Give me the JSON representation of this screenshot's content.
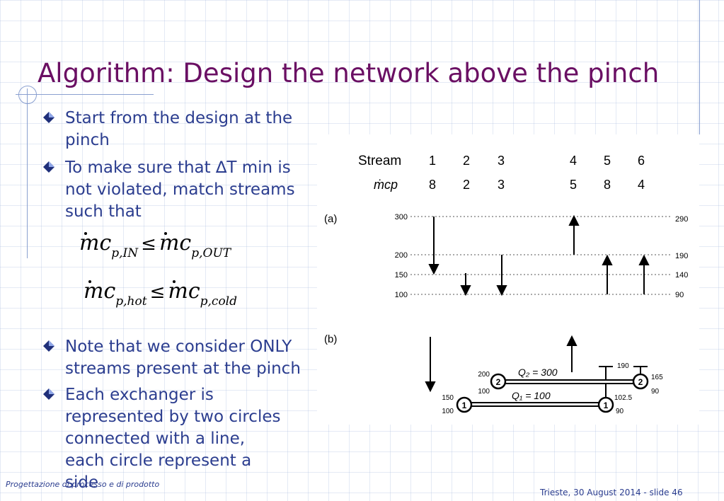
{
  "title": "Algorithm: Design the network above the pinch",
  "bullets": [
    {
      "text": "Start from the design at the pinch"
    },
    {
      "text": "To make sure that ∆T min is not violated, match streams such that"
    },
    {
      "text": "Note that we consider ONLY streams present at the pinch"
    },
    {
      "text": "Each exchanger is represented by two circles connected with a line, each circle represent a side"
    }
  ],
  "equations": {
    "eq1": {
      "left_sub": "p,IN",
      "op": "≤",
      "right_sub": "p,OUT"
    },
    "eq2": {
      "left_sub": "p,hot",
      "op": "≤",
      "right_sub": "p,cold"
    }
  },
  "figure": {
    "header": {
      "stream_label": "Stream",
      "mcp_label": "ṁcp"
    },
    "streams": [
      "1",
      "2",
      "3",
      "4",
      "5",
      "6"
    ],
    "mcp": [
      "8",
      "2",
      "3",
      "5",
      "8",
      "4"
    ],
    "part_a_label": "(a)",
    "part_b_label": "(b)",
    "left_temps": [
      "300",
      "200",
      "150",
      "100"
    ],
    "right_temps": [
      "290",
      "190",
      "140",
      "90"
    ],
    "b_labels": {
      "q2": "Q₂ = 300",
      "q1": "Q₁ = 100",
      "t200": "200",
      "t100a": "100",
      "t150": "150",
      "t100b": "100",
      "t190": "190",
      "t165": "165",
      "t90a": "90",
      "t1025": "102.5",
      "t90b": "90",
      "ex1": "1",
      "ex2": "2"
    }
  },
  "footer": {
    "left": "Progettazione di processo e di prodotto",
    "right": "Trieste,  30 August 2014 - slide 46"
  }
}
